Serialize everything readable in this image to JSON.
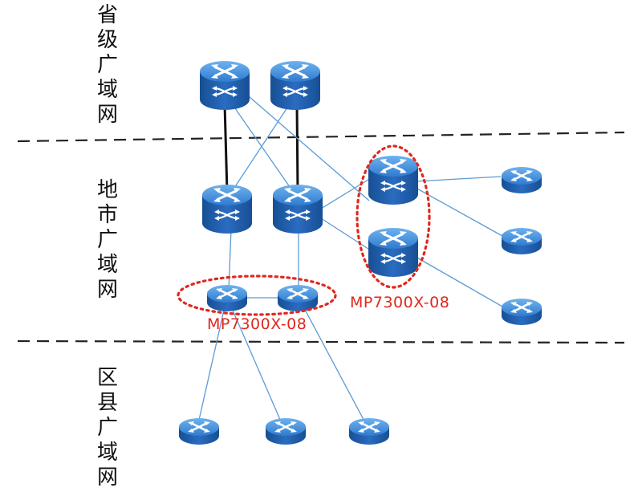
{
  "tiers": {
    "provincial": "省\n级\n广\n域\n网",
    "city": "地\n市\n广\n域\n网",
    "county": "区\n县\n广\n域\n网"
  },
  "groups": {
    "aggregation_pair": "MP7300X-08",
    "side_pair": "MP7300X-08"
  },
  "colors": {
    "device_top": "#3f8fd6",
    "device_body": "#1f5fb0",
    "link": "#5b9bd5",
    "trunk": "#111111",
    "highlight": "#e0281e",
    "tier_divider": "#222222"
  },
  "icons": {
    "core_router": "core-router-icon",
    "edge_router": "router-icon"
  }
}
